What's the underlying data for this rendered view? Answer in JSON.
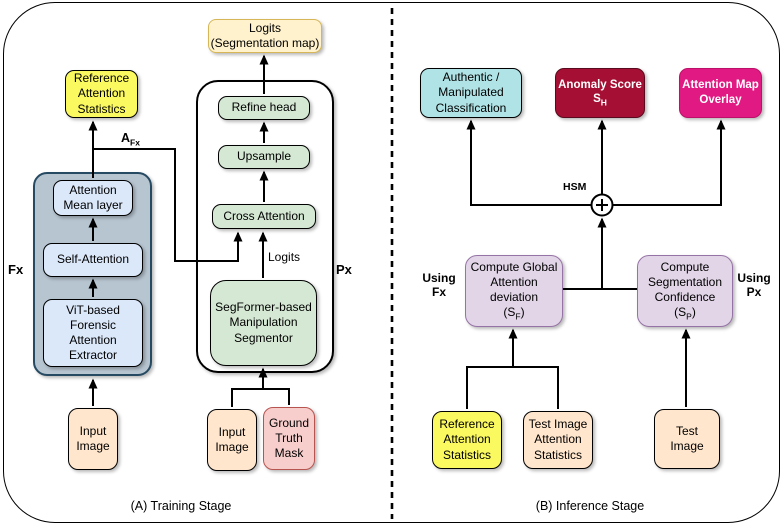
{
  "diagram": {
    "training": {
      "caption": "(A) Training Stage",
      "fx_label": "Fx",
      "px_label": "Px",
      "boxes": {
        "logits_output": "Logits\n(Segmentation map)",
        "reference_attention_statistics": "Reference\nAttention\nStatistics",
        "attention_mean_layer": "Attention\nMean layer",
        "self_attention": "Self-Attention",
        "vit_extractor": "ViT-based\nForensic\nAttention\nExtractor",
        "input_image_fx": "Input\nImage",
        "refine_head": "Refine head",
        "upsample": "Upsample",
        "cross_attention": "Cross Attention",
        "segformer": "SegFormer-based\nManipulation\nSegmentor",
        "input_image_px": "Input\nImage",
        "ground_truth_mask": "Ground\nTruth\nMask"
      },
      "edge_labels": {
        "afx_base": "A",
        "afx_sub": "Fx",
        "logits": "Logits"
      }
    },
    "inference": {
      "caption": "(B) Inference Stage",
      "hsm_label": "HSM",
      "using_fx": "Using\nFx",
      "using_px": "Using\nPx",
      "boxes": {
        "authentic_classification": "Authentic /\nManipulated\nClassification",
        "anomaly_score_line1": "Anomaly Score",
        "anomaly_score_base": "S",
        "anomaly_score_sub": "H",
        "attention_map_overlay": "Attention Map\nOverlay",
        "compute_global_lines": "Compute Global\nAttention\ndeviation",
        "compute_global_open": "(S",
        "compute_global_sub": "F",
        "compute_global_close": ")",
        "compute_seg_lines": "Compute\nSegmentation\nConfidence",
        "compute_seg_open": "(S",
        "compute_seg_sub": "P",
        "compute_seg_close": ")",
        "reference_attention_statistics": "Reference\nAttention\nStatistics",
        "test_image_attention_statistics": "Test Image\nAttention\nStatistics",
        "test_image": "Test\nImage"
      }
    },
    "colors": {
      "cream_fill": "#FFF2CC",
      "cream_border": "#D6B656",
      "yellow_fill": "#FBF960",
      "light_blue_fill": "#DBE8FA",
      "fx_group_fill": "#B7C5D1",
      "fx_group_border": "#274A63",
      "green_fill": "#D5E8D4",
      "peach_fill": "#FFE6CC",
      "mask_fill": "#F8CECC",
      "mask_border": "#B85450",
      "cyan_fill": "#B0E3E6",
      "crimson_fill": "#A50F33",
      "pink_fill": "#E01A82",
      "purple_fill": "#E1D5E7",
      "purple_border": "#9673A6",
      "line": "#000000"
    }
  }
}
